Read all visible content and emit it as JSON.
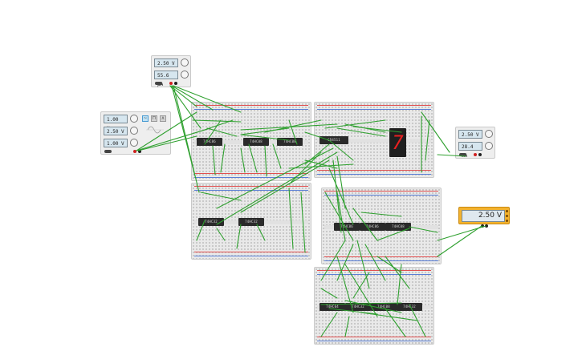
{
  "dc_supply_top": {
    "voltage": "2.50 V",
    "current": "55.6 μA"
  },
  "function_generator": {
    "frequency": "1.00 Hz",
    "amplitude": "2.50 V",
    "offset": "1.00 V",
    "waveforms": [
      "sine",
      "square",
      "triangle"
    ],
    "selected_waveform": "sine"
  },
  "dc_supply_right": {
    "voltage": "2.50 V",
    "current": "28.4 mA"
  },
  "multimeter": {
    "reading": "2.50 V"
  },
  "seven_segment": {
    "digit": "7"
  },
  "chips": {
    "board_a": [
      "74HC86",
      "74HC08",
      "74HC08"
    ],
    "board_b": [
      "CD4511"
    ],
    "board_c": [
      "74HC32",
      "74HC32"
    ],
    "board_d": [
      "74HC86",
      "74HC86",
      "74HC08"
    ],
    "board_e": [
      "74HC04",
      "74HC32",
      "74HC08",
      "74HC32"
    ]
  },
  "colors": {
    "wire": "#2fa02f",
    "rail_positive": "#e05050",
    "rail_negative": "#5a7fd6",
    "led": "#e82020",
    "meter": "#f3b22e"
  },
  "icons": {
    "knob": "knob-icon",
    "jack_red": "red-terminal-icon",
    "jack_black": "black-terminal-icon",
    "sine": "sine-wave-icon"
  }
}
